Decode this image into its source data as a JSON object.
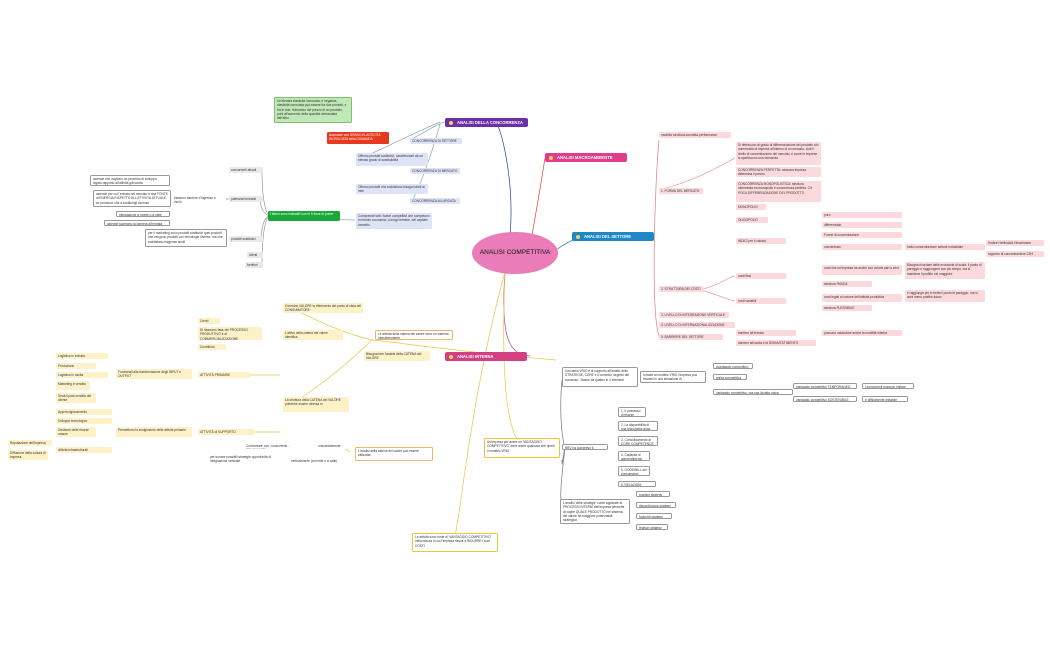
{
  "center": {
    "label": "ANALISI COMPETITIVA"
  },
  "colors": {
    "macro": "#e03c8a",
    "settore": "#1f87c7",
    "interna": "#d43f84",
    "concorrenza": "#6b2fa6"
  },
  "branches": {
    "concorrenza": "ANALISI DELLA CONCORRENZA",
    "macro": "ANALISI MACROAMBIENTE",
    "settore": "ANALISI DEL SETTORE",
    "interna": "ANALISI INTERNA"
  },
  "concorrenza": {
    "green_note": "Un'elevata elasticità incrociata, è negativa, elasticità incrociata può essere fra due prodotti, e fra le due, fluttuando del prezzo di un prodotto, porti all'aumento della quantità domandata dell'altro.",
    "red_note": "Associate con GRADO ELASTICITÀ INCROCIATA della DOMANDA",
    "settore": "CONCORRENZA DI SETTORE",
    "settore_desc": "Offrono prodotti sostitutivi, caratterizzati da un elevato grado di sostituibilità",
    "mercato": "CONCORRENZA DI MERCATO",
    "mercato_desc": "Offrono prodotti che soddisfano bisogni simili ai miei",
    "allargata": "CONCORRENZA ALLARGATA",
    "allargata_desc": "Comprende tutti i fattori competitivi che competono in termini economici, a lungo termine, del capitale investito",
    "forces_hub": "I fattori sono indicabili con le 5 forze di porter",
    "concorrenti_attuali": "concorrenti attuali",
    "potenziali_entranti": "potenziali entranti",
    "prodotti_sostitutivi": "prodotti sostitutivi",
    "clienti": "clienti",
    "fornitori": "fornitori",
    "barriere_title": "esistono barriere d'ingresso e rischi",
    "be1": "aziende che vogliono un percorso di sviluppo, legato rapporto all'attività già svolta",
    "be2": "aziende per cui l'entrata nel mercato è una FONTE di ENERGIA RISPETTO ALL'ATTIVITÀ ATTUALE, se promuovi che a sostituirgli da esso",
    "be3": "integrazione a monte o a valle",
    "be4": "aziende superano la barriera all'entrata",
    "sost_desc": "per il marketing sono prodotti sostitutivi quei prodotti che vengono prodotti con tecnologie diverse, ma che soddisfano esigenze simili"
  },
  "macro": {
    "item1": "modello struttura-condotta-performance"
  },
  "settore": {
    "forma": "1. FORMA DEL MERCATO",
    "forma_desc": "Si riferiscono al grado di differenziazione del prodotto e/o numerosità di imprese all'interno di un mercato, cioè il livello di concentrazione del mercato, e come le imprese si spartiscono una domanda",
    "perfetta": "CONCORRENZA PERFETTA: nessuna impresa determina il prezzo",
    "monopolistica": "CONCORRENZA MONOPOLISTICA: struttura intermedia tra monopolio e concorrenza perfetta. C'è POCA DIFFERENZIAZIONE DEL PRODOTTO",
    "monopolio": "MONOPOLIO",
    "oligopolio": "OLIGOPOLIO",
    "puro": "puro",
    "differenziato": "differenziato",
    "forme_conc": "Forme di concentrazione",
    "indici": "INDICI per il calcolo",
    "concentrato": "concentrato",
    "indici_desc": "Indici concentrazione settore industriale",
    "herfindahl": "l'indice Herfindahl-Hirschmann",
    "cr4": "rapporto di concentrazione CR4",
    "costi": "2. STRUTTURA DEI COSTI",
    "costi_fissi": "costi fissi",
    "costi_fissi_desc": "costi che un'impresa ha anche con volumi pari a zero",
    "struttura_rigida": "struttura RIGIDA",
    "costi_variabili": "costi variabili",
    "costi_var_desc": "costi legati al volume dell'attività produttiva",
    "struttura_flessibile": "struttura FLESSIBILE",
    "scala_desc": "Bisogna ricordare delle economie di scala: il punto di pareggio e raggiungere con più tempo, ma si mantiene il profitto nel maggiore",
    "pareggio_desc": "è raggiunge più in fretta il punto di pareggio, ma si avrà meno profitto futuro",
    "integrazione": "3. LIVELLO DI INTEGRAZIONE VERTICALE",
    "internazionalizzazione": "4. LIVELLO DI INTERNAZIONALIZZAZIONE",
    "barriere": "5. BARRIERE DEL SETTORE",
    "barriere_ingresso": "barriere all'entrata",
    "barriere_uscita": "barriere all'uscita e di DISINVESTIMENTO",
    "barriere_desc": "possono ostacolare anche la mobilità interna"
  },
  "interna": {
    "valore_title": "Il termine VALORE in riferimento del punto di vista del CONSUMATORE",
    "catena_title": "L'attivo della catena del valore identifica",
    "centro": "Centri",
    "processo": "Di riassumo fase del PROCESSO PRODUTTIVO e di COMMERCIALIZZAZIONE",
    "contributo": "Contributo",
    "attivita_note": "Le attività della catena del valore sono un sistema interdipendente.",
    "bisogna": "Bisogna fare l'analisi della CATENA del VALORE",
    "primarie_desc": "Funzionali alla trasformazione degli INPUT e OUTPUT",
    "primarie": "ATTIVITÀ PRIMARIE",
    "logistica_entrata": "Logistica in entrata",
    "produzione": "Produzione",
    "logistica_uscita": "Logistica in uscita",
    "marketing": "Marketing e vendita",
    "servizi": "Servizi post-vendita del cliente",
    "struttura": "La struttura della CATENA del VALORE potrebbe essere diversa in",
    "supporto": "ATTIVITÀ di SUPPORTO",
    "supporto_desc": "Permettono lo svolgimento delle attività primarie",
    "approvvigionamento": "Approvvigionamento",
    "sviluppo_tecnologico": "Sviluppo tecnologico",
    "risorse_umane": "Gestione delle risorse umane",
    "infrastrutturali": "Attività infrastrutturali",
    "reputazione": "Reputazione dell'impresa",
    "diffusione": "Diffusione della cultura di impresa",
    "analisi_catena": "L'analisi della catena del valore può essere utilizzata",
    "benchmark": "Confrontare con i concorrenti - BENCHMARK",
    "orizzontalmente": "orizzontalmente",
    "verticalmente": "verticalmente (a monte o a valle)",
    "integrazione": "per trovare possibili strategie opportunità di integrazione verticale",
    "vantaggio_q": "Le attività sono fonte di 'VANTAGGIO COMPETITIVO' nella misura in cui l'impresa riesca a RIDURRE i suoi COSTI",
    "vrio_q": "Un'impresa per avere un 'VANTAGGIO COMPETITIVO' deve avere qualcosa che riporti il modello VRIO",
    "vrio_desc": "Il modello VRIO è di supporto all'analisi delle STRATEGIE, CORE e il concetto 'segreto del successo'. Nasce da quattro in 4 elementi",
    "svantaggio": "svantaggio competitivo",
    "parita": "parità competitiva",
    "base": "in base al modello VRIO l'impresa può trovarsi in una situazione di",
    "temporaneo": "vantaggio competitivo TEMPORANEO",
    "concorrenti_imitano": "i concorrenti possono imitare",
    "vantaggio_lungo": "vantaggio competitivo, ma una lizzatta unica",
    "sostenibile": "vantaggio competitivo SOSTENIBILE",
    "inimitabile": "è difficilmente imitabile",
    "r1": "1. Il possesso di risorse esistenti",
    "r2": "2. La disponibilità di una tecnologia unica",
    "r3": "3. Consolidamento di CORE COMPETENCE",
    "r4": "4. Capacità di apprendimento",
    "r5": "5. GOODWILL dei consumatori",
    "r6": "6. RELAZIONI CHIAVE",
    "rbv": "RBV ha compreso 6 elementi",
    "strategie_desc": "L'analisi 'delle strategie' come applicate ai PROCESSI INTERNI dell'impresa permette di capire QUALE PRODOTTO nel sistema del valore ha maggiore potenzialità strategica",
    "s1": "position strategy",
    "s2": "discontinuous strategy",
    "s3": "footprint strategy",
    "s4": "relation strategy"
  }
}
